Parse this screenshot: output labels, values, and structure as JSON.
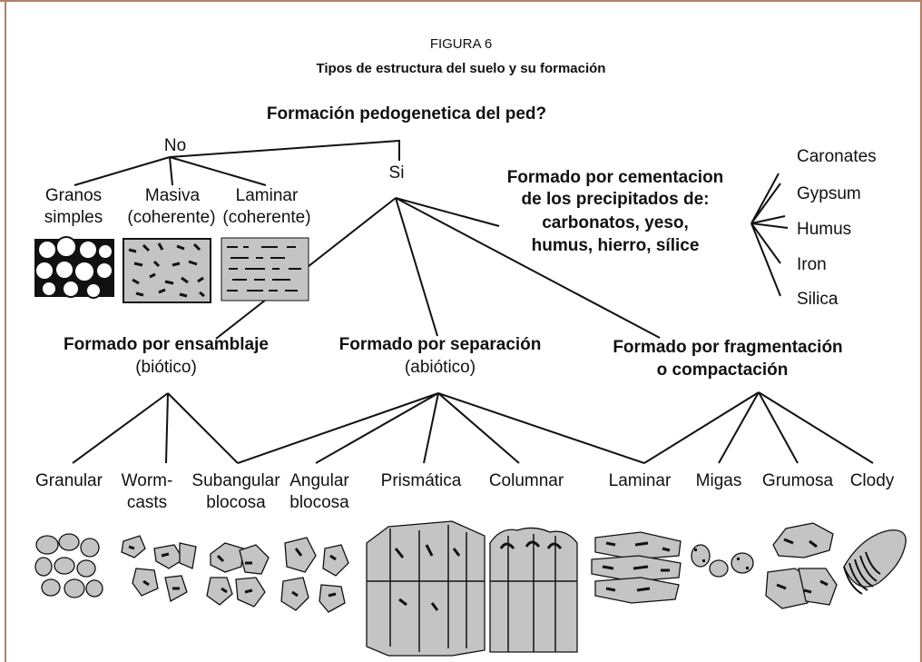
{
  "figure": {
    "number": "FIGURA 6",
    "title": "Tipos de estructura del suelo y su formación"
  },
  "question": "Formación pedogenetica del ped?",
  "answers": {
    "no": "No",
    "si": "Si"
  },
  "non_pedogenic": [
    {
      "line1": "Granos",
      "line2": "simples"
    },
    {
      "line1": "Masiva",
      "line2": "(coherente)"
    },
    {
      "line1": "Laminar",
      "line2": "(coherente)"
    }
  ],
  "cementation": {
    "lines": [
      "Formado por cementacion",
      "de los precipitados de:",
      "carbonatos, yeso,",
      "humus, hierro, sílice"
    ],
    "items": [
      "Caronates",
      "Gypsum",
      "Humus",
      "Iron",
      "Silica"
    ]
  },
  "formation": {
    "assembly": {
      "line1": "Formado por ensamblaje",
      "line2": "(biótico)"
    },
    "separation": {
      "line1": "Formado por separación",
      "line2": "(abiótico)"
    },
    "fragmentation": {
      "line1": "Formado por fragmentación",
      "line2": "o compactación"
    }
  },
  "structures": [
    {
      "line1": "Granular",
      "line2": ""
    },
    {
      "line1": "Worm-",
      "line2": "casts"
    },
    {
      "line1": "Subangular",
      "line2": "blocosa"
    },
    {
      "line1": "Angular",
      "line2": "blocosa"
    },
    {
      "line1": "Prismática",
      "line2": ""
    },
    {
      "line1": "Columnar",
      "line2": ""
    },
    {
      "line1": "Laminar",
      "line2": ""
    },
    {
      "line1": "Migas",
      "line2": ""
    },
    {
      "line1": "Grumosa",
      "line2": ""
    },
    {
      "line1": "Clody",
      "line2": ""
    }
  ],
  "colors": {
    "frame": "#b0806a",
    "soil": "#c4c4c4",
    "ink": "#111111"
  }
}
